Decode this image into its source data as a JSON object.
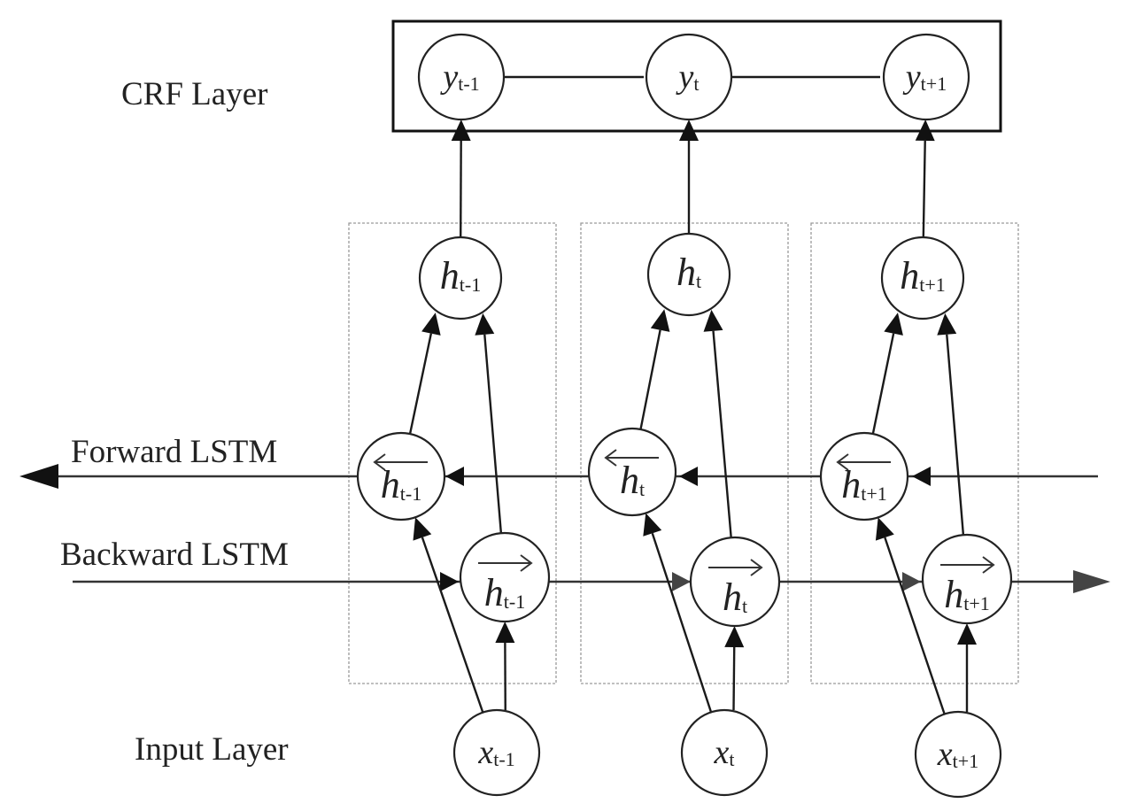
{
  "layers": {
    "crf": "CRF Layer",
    "forward": "Forward LSTM",
    "backward": "Backward LSTM",
    "input": "Input Layer"
  },
  "nodes": {
    "y": [
      {
        "main": "y",
        "sub": "t-1"
      },
      {
        "main": "y",
        "sub": "t"
      },
      {
        "main": "y",
        "sub": "t+1"
      }
    ],
    "h": [
      {
        "main": "h",
        "sub": "t-1"
      },
      {
        "main": "h",
        "sub": "t"
      },
      {
        "main": "h",
        "sub": "t+1"
      }
    ],
    "hb": [
      {
        "main": "h",
        "sub": "t-1"
      },
      {
        "main": "h",
        "sub": "t"
      },
      {
        "main": "h",
        "sub": "t+1"
      }
    ],
    "hf": [
      {
        "main": "h",
        "sub": "t-1"
      },
      {
        "main": "h",
        "sub": "t"
      },
      {
        "main": "h",
        "sub": "t+1"
      }
    ],
    "x": [
      {
        "main": "x",
        "sub": "t-1"
      },
      {
        "main": "x",
        "sub": "t"
      },
      {
        "main": "x",
        "sub": "t+1"
      }
    ]
  }
}
